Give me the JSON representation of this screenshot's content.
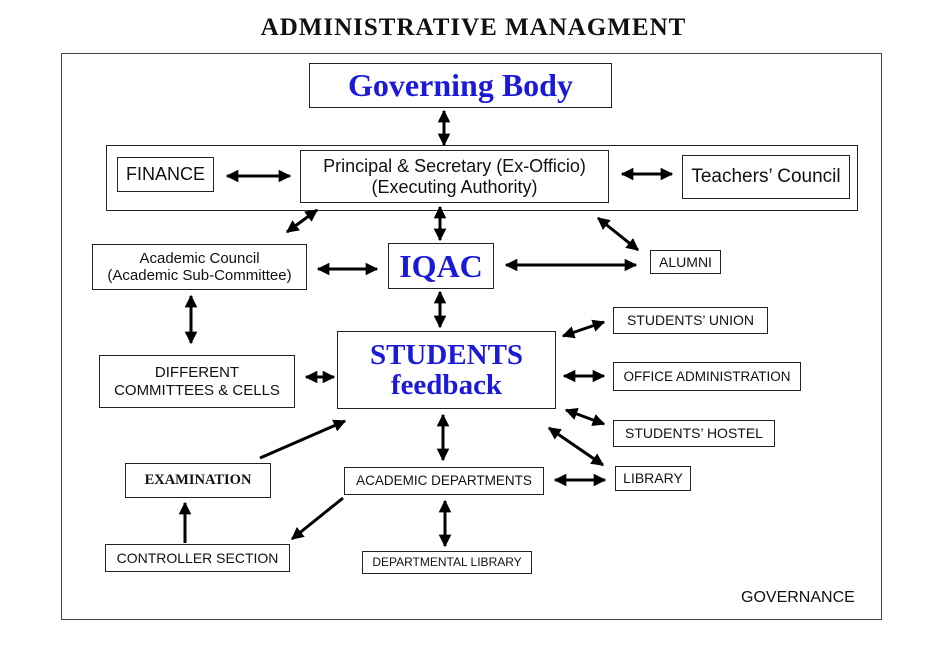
{
  "title": "ADMINISTRATIVE MANAGMENT",
  "nodes": {
    "governing_body": "Governing Body",
    "principal_line1": "Principal & Secretary (Ex-Officio)",
    "principal_line2": "(Executing Authority)",
    "finance": "FINANCE",
    "teachers_council": "Teachers’ Council",
    "academic_council_line1": "Academic Council",
    "academic_council_line2": "(Academic Sub-Committee)",
    "iqac": "IQAC",
    "alumni": "ALUMNI",
    "students_union": "STUDENTS’ UNION",
    "students_feedback_line1": "STUDENTS",
    "students_feedback_line2": "feedback",
    "different_committees_line1": "DIFFERENT",
    "different_committees_line2": "COMMITTEES & CELLS",
    "office_administration": "OFFICE ADMINISTRATION",
    "students_hostel": "STUDENTS’ HOSTEL",
    "library": "LIBRARY",
    "examination": "EXAMINATION",
    "academic_departments": "ACADEMIC DEPARTMENTS",
    "controller_section": "CONTROLLER SECTION",
    "departmental_library": "DEPARTMENTAL LIBRARY"
  },
  "footer": "GOVERNANCE",
  "colors": {
    "accent_text": "#1a1ad8",
    "lines": "#000000"
  }
}
